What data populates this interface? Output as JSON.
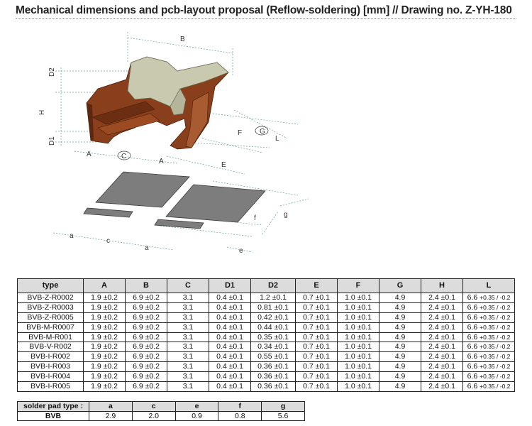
{
  "header": {
    "title": "Mechanical dimensions and pcb-layout proposal (Reflow-soldering) [mm] // Drawing no. Z-YH-180"
  },
  "drawing_labels": {
    "B": "B",
    "D2": "D2",
    "H": "H",
    "D1": "D1",
    "A_left": "A",
    "C": "C",
    "A_right": "A",
    "E": "E",
    "F": "F",
    "G": "G",
    "L": "L",
    "a_left": "a",
    "c": "c",
    "a_right": "a",
    "e": "e",
    "f": "f",
    "g": "g"
  },
  "main_table": {
    "headers": [
      "type",
      "A",
      "B",
      "C",
      "D1",
      "D2",
      "E",
      "F",
      "G",
      "H",
      "L"
    ],
    "rows": [
      [
        "BVB-Z-R0002",
        "1.9 ±0.2",
        "6.9 ±0.2",
        "3.1",
        "0.4 ±0.1",
        "1.2 ±0.1",
        "0.7 ±0.1",
        "1.0 ±0.1",
        "4.9",
        "2.4 ±0.1",
        "6.6",
        "+0.35 / -0.2"
      ],
      [
        "BVB-Z-R0003",
        "1.9 ±0.2",
        "6.9 ±0.2",
        "3.1",
        "0.4 ±0.1",
        "0.81 ±0.1",
        "0.7 ±0.1",
        "1.0 ±0.1",
        "4.9",
        "2.4 ±0.1",
        "6.6",
        "+0.35 / -0.2"
      ],
      [
        "BVB-Z-R0005",
        "1.9 ±0.2",
        "6.9 ±0.2",
        "3.1",
        "0.4 ±0.1",
        "0.42 ±0.1",
        "0.7 ±0.1",
        "1.0 ±0.1",
        "4.9",
        "2.4 ±0.1",
        "6.6",
        "+0.35 / -0.2"
      ],
      [
        "BVB-M-R0007",
        "1.9 ±0.2",
        "6.9 ±0.2",
        "3.1",
        "0.4 ±0.1",
        "0.44 ±0.1",
        "0.7 ±0.1",
        "1.0 ±0.1",
        "4.9",
        "2.4 ±0.1",
        "6.6",
        "+0.35 / -0.2"
      ],
      [
        "BVB-M-R001",
        "1.9 ±0.2",
        "6.9 ±0.2",
        "3.1",
        "0.4 ±0.1",
        "0.35 ±0.1",
        "0.7 ±0.1",
        "1.0 ±0.1",
        "4.9",
        "2.4 ±0.1",
        "6.6",
        "+0.35 / -0.2"
      ],
      [
        "BVB-V-R002",
        "1.9 ±0.2",
        "6.9 ±0.2",
        "3.1",
        "0.4 ±0.1",
        "0.34 ±0.1",
        "0.7 ±0.1",
        "1.0 ±0.1",
        "4.9",
        "2.4 ±0.1",
        "6.6",
        "+0.35 / -0.2"
      ],
      [
        "BVB-I-R002",
        "1.9 ±0.2",
        "6.9 ±0.2",
        "3.1",
        "0.4 ±0.1",
        "0.55 ±0.1",
        "0.7 ±0.1",
        "1.0 ±0.1",
        "4.9",
        "2.4 ±0.1",
        "6.6",
        "+0.35 / -0.2"
      ],
      [
        "BVB-I-R003",
        "1.9 ±0.2",
        "6.9 ±0.2",
        "3.1",
        "0.4 ±0.1",
        "0.36 ±0.1",
        "0.7 ±0.1",
        "1.0 ±0.1",
        "4.9",
        "2.4 ±0.1",
        "6.6",
        "+0.35 / -0.2"
      ],
      [
        "BVB-I-R004",
        "1.9 ±0.2",
        "6.9 ±0.2",
        "3.1",
        "0.4 ±0.1",
        "0.36 ±0.1",
        "0.7 ±0.1",
        "1.0 ±0.1",
        "4.9",
        "2.4 ±0.1",
        "6.6",
        "+0.35 / -0.2"
      ],
      [
        "BVB-I-R005",
        "1.9 ±0.2",
        "6.9 ±0.2",
        "3.1",
        "0.4 ±0.1",
        "0.36 ±0.1",
        "0.7 ±0.1",
        "1.0 ±0.1",
        "4.9",
        "2.4 ±0.1",
        "6.6",
        "+0.35 / -0.2"
      ]
    ]
  },
  "pad_table": {
    "headers": [
      "solder pad type :",
      "a",
      "c",
      "e",
      "f",
      "g"
    ],
    "rows": [
      [
        "BVB",
        "2.9",
        "2.0",
        "0.9",
        "0.8",
        "5.6"
      ]
    ]
  },
  "colors": {
    "copper": "#8a3f1c",
    "copper_dark": "#5e2810",
    "metal_face": "#c9c9b0",
    "pad_gray": "#7d7d7d"
  }
}
